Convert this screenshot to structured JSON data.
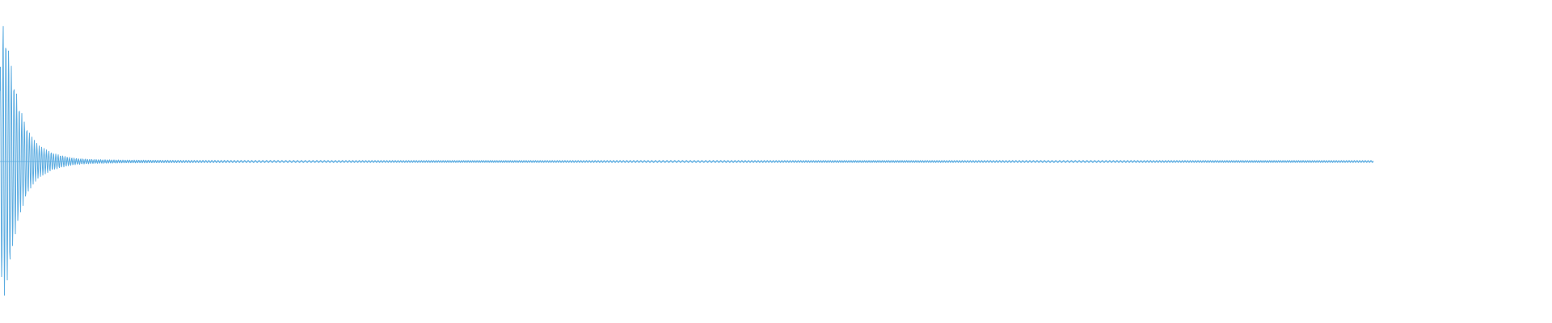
{
  "colors": {
    "background": "#ffffff",
    "waveform": "#5aabe0"
  },
  "chart_data": {
    "type": "line",
    "title": "",
    "xlabel": "",
    "ylabel": "",
    "grid": false,
    "legend": "none",
    "ylim": [
      -1,
      1
    ],
    "x_domain": [
      0,
      1
    ],
    "signal_end": 0.885,
    "series": [
      {
        "envelope": {
          "x": [
            0.0,
            0.002,
            0.004,
            0.006,
            0.008,
            0.01,
            0.012,
            0.015,
            0.018,
            0.021,
            0.025,
            0.03,
            0.035,
            0.04,
            0.045,
            0.05,
            0.06,
            0.08,
            0.12,
            0.2,
            0.885
          ],
          "amplitude": [
            0.62,
            0.98,
            0.85,
            0.76,
            0.6,
            0.5,
            0.4,
            0.3,
            0.22,
            0.16,
            0.11,
            0.08,
            0.055,
            0.04,
            0.028,
            0.02,
            0.014,
            0.01,
            0.008,
            0.007,
            0.007
          ]
        }
      }
    ]
  }
}
